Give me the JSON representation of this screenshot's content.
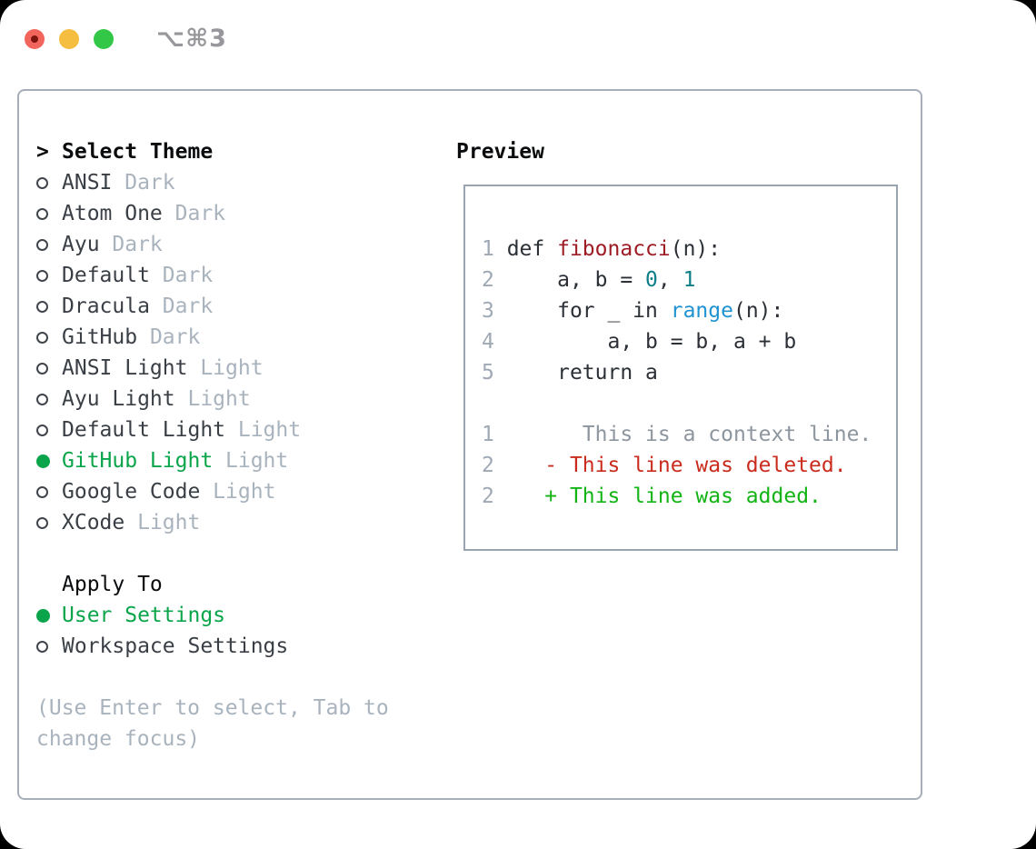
{
  "window": {
    "title": "⌥⌘3",
    "traffic_lights": [
      "close",
      "minimize",
      "zoom"
    ]
  },
  "theme_picker": {
    "header": {
      "marker": ">",
      "label": "Select Theme"
    },
    "items": [
      {
        "name": "ANSI",
        "variant": "Dark",
        "selected": false
      },
      {
        "name": "Atom One",
        "variant": "Dark",
        "selected": false
      },
      {
        "name": "Ayu",
        "variant": "Dark",
        "selected": false
      },
      {
        "name": "Default",
        "variant": "Dark",
        "selected": false
      },
      {
        "name": "Dracula",
        "variant": "Dark",
        "selected": false
      },
      {
        "name": "GitHub",
        "variant": "Dark",
        "selected": false
      },
      {
        "name": "ANSI Light",
        "variant": "Light",
        "selected": false
      },
      {
        "name": "Ayu Light",
        "variant": "Light",
        "selected": false
      },
      {
        "name": "Default Light",
        "variant": "Light",
        "selected": false
      },
      {
        "name": "GitHub Light",
        "variant": "Light",
        "selected": true
      },
      {
        "name": "Google Code",
        "variant": "Light",
        "selected": false
      },
      {
        "name": "XCode",
        "variant": "Light",
        "selected": false
      }
    ]
  },
  "apply_to": {
    "label": "Apply To",
    "options": [
      {
        "name": "User Settings",
        "selected": true
      },
      {
        "name": "Workspace Settings",
        "selected": false
      }
    ]
  },
  "hint": "(Use Enter to select, Tab to change focus)",
  "preview": {
    "label": "Preview",
    "lines": [
      [
        {
          "t": "1",
          "c": "num"
        },
        {
          "t": " def ",
          "c": "code"
        },
        {
          "t": "fibonacci",
          "c": "fn"
        },
        {
          "t": "(n):",
          "c": "code"
        }
      ],
      [
        {
          "t": "2",
          "c": "num"
        },
        {
          "t": "     a, b = ",
          "c": "code"
        },
        {
          "t": "0",
          "c": "lit"
        },
        {
          "t": ", ",
          "c": "code"
        },
        {
          "t": "1",
          "c": "lit"
        }
      ],
      [
        {
          "t": "3",
          "c": "num"
        },
        {
          "t": "     for _ in ",
          "c": "code"
        },
        {
          "t": "range",
          "c": "bi"
        },
        {
          "t": "(n):",
          "c": "code"
        }
      ],
      [
        {
          "t": "4",
          "c": "num"
        },
        {
          "t": "         a, b = b, a + b",
          "c": "code"
        }
      ],
      [
        {
          "t": "5",
          "c": "num"
        },
        {
          "t": "     return a",
          "c": "code"
        }
      ],
      [],
      [
        {
          "t": "1",
          "c": "num"
        },
        {
          "t": "       This is a context line.",
          "c": "ctx"
        }
      ],
      [
        {
          "t": "2",
          "c": "num"
        },
        {
          "t": "    ",
          "c": "code"
        },
        {
          "t": "- This line was deleted.",
          "c": "del"
        }
      ],
      [
        {
          "t": "2",
          "c": "num"
        },
        {
          "t": "    ",
          "c": "code"
        },
        {
          "t": "+ This line was added.",
          "c": "add"
        }
      ]
    ]
  },
  "colors": {
    "accent_green": "#0aa54a",
    "added_green": "#12b414",
    "deleted_red": "#c92c1d",
    "function_red": "#9e1b24",
    "number_teal": "#0c7e89",
    "builtin_blue": "#2193d1",
    "code_text": "#2b2f36",
    "muted": "#a9b3bd",
    "line_number": "#9fa9b5",
    "context_gray": "#8d959e",
    "item_text": "#3a3f46",
    "header_text": "#0a0c0e",
    "border_gray": "#a6afb9",
    "preview_border": "#9aa4b0",
    "ring": "#40454c",
    "title_gray": "#97979c",
    "light_red": "#f2655c",
    "light_yellow": "#f6be40",
    "light_green": "#33c748",
    "light_red_dot": "#7c150d"
  }
}
